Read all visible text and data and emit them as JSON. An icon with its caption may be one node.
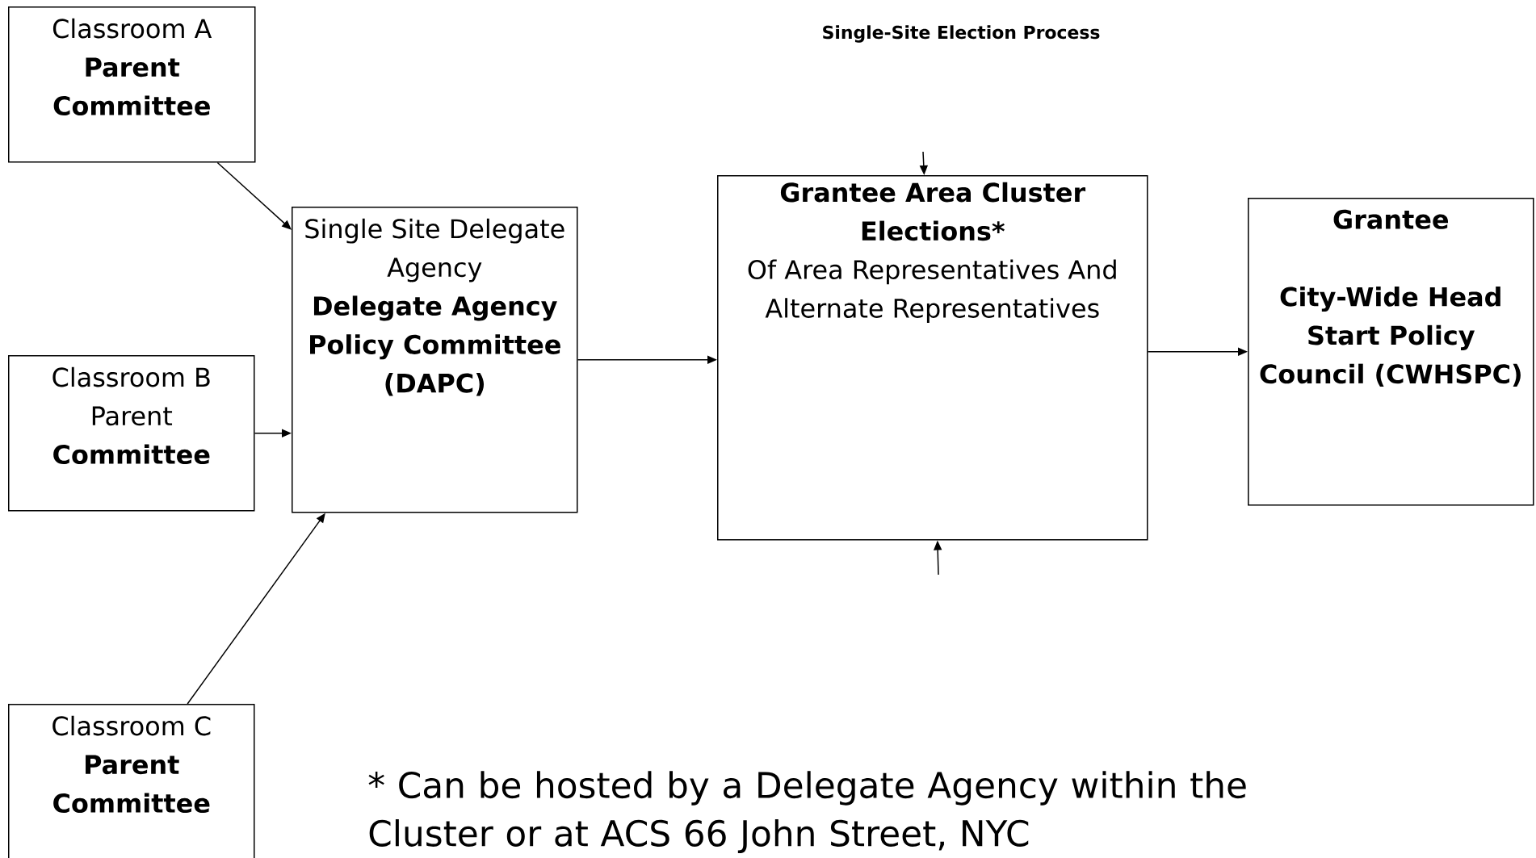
{
  "diagram": {
    "title": "Single-Site Election Process",
    "nodes": [
      {
        "text": [
          "Classroom A",
          "Parent Committee"
        ]
      },
      {
        "text": [
          "Classroom B Parent",
          "Committee"
        ]
      },
      {
        "text": [
          "Classroom C",
          "Parent Committee"
        ]
      },
      {
        "text": [
          "Single Site Delegate Agency",
          "Delegate Agency Policy Committee (DAPC)"
        ]
      },
      {
        "text": [
          "Grantee Area Cluster Elections*",
          "Of Area Representatives And Alternate Representatives"
        ]
      },
      {
        "text": [
          "Grantee",
          "City-Wide Head Start Policy Council (CWHSPC)"
        ]
      }
    ],
    "edges": [
      {
        "from": 0,
        "to": 3,
        "arrow": "to"
      },
      {
        "from": 1,
        "to": 3,
        "arrow": "to"
      },
      {
        "from": 2,
        "to": 3,
        "arrow": "to"
      },
      {
        "from": 3,
        "to": 4,
        "arrow": "to"
      },
      {
        "from": null,
        "to": 4,
        "arrow": "to"
      },
      {
        "from": null,
        "to": 4,
        "arrow": "to"
      },
      {
        "from": 4,
        "to": 5,
        "arrow": "to"
      }
    ],
    "labels": [
      "* Can be hosted by a Delegate Agency within the Cluster or at ACS 66 John Street, NYC"
    ]
  }
}
